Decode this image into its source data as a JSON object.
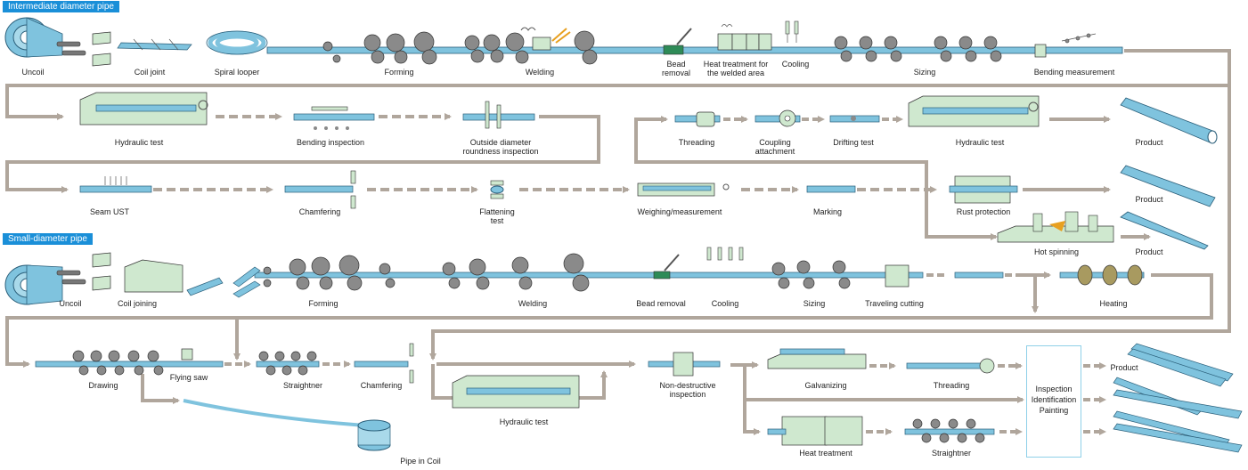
{
  "headers": {
    "intermediate": "Intermediate diameter pipe",
    "small": "Small-diameter pipe"
  },
  "labels": {
    "uncoil_1": "Uncoil",
    "coil_joint": "Coil joint",
    "spiral_looper": "Spiral looper",
    "forming_1": "Forming",
    "welding_1": "Welding",
    "bead_removal_1": "Bead\nremoval",
    "heat_treatment_welded": "Heat treatment for\nthe welded area",
    "cooling_1": "Cooling",
    "sizing_1": "Sizing",
    "bending_measurement": "Bending measurement",
    "hydraulic_test_1": "Hydraulic test",
    "bending_inspection": "Bending inspection",
    "od_roundness": "Outside diameter\nroundness inspection",
    "threading_1": "Threading",
    "coupling_attachment": "Coupling\nattachment",
    "drifting_test": "Drifting test",
    "hydraulic_test_2": "Hydraulic test",
    "product_1": "Product",
    "seam_ust": "Seam UST",
    "chamfering_1": "Chamfering",
    "flattening_test": "Flattening\ntest",
    "weighing": "Weighing/measurement",
    "marking": "Marking",
    "rust_protection": "Rust protection",
    "product_2": "Product",
    "hot_spinning": "Hot spinning",
    "product_3": "Product",
    "uncoil_2": "Uncoil",
    "coil_joining": "Coil joining",
    "forming_2": "Forming",
    "welding_2": "Welding",
    "bead_removal_2": "Bead removal",
    "cooling_2": "Cooling",
    "sizing_2": "Sizing",
    "traveling_cutting": "Traveling cutting",
    "heating": "Heating",
    "drawing": "Drawing",
    "flying_saw": "Flying saw",
    "straightner_1": "Straightner",
    "chamfering_2": "Chamfering",
    "hydraulic_test_3": "Hydraulic test",
    "nde": "Non-destructive\ninspection",
    "galvanizing": "Galvanizing",
    "threading_2": "Threading",
    "product_4": "Product",
    "heat_treatment": "Heat treatment",
    "straightner_2": "Straightner",
    "pipe_in_coil": "Pipe in Coil"
  },
  "inspection_box": [
    "Inspection",
    "Identification",
    "Painting"
  ],
  "colors": {
    "flow": "#b0a69c",
    "pipe": "#7fc3de",
    "pipe_stroke": "#2b5f7a",
    "machine": "#cfe8cf",
    "roller": "#8a8a8a",
    "header_bg": "#1a8fd8"
  }
}
